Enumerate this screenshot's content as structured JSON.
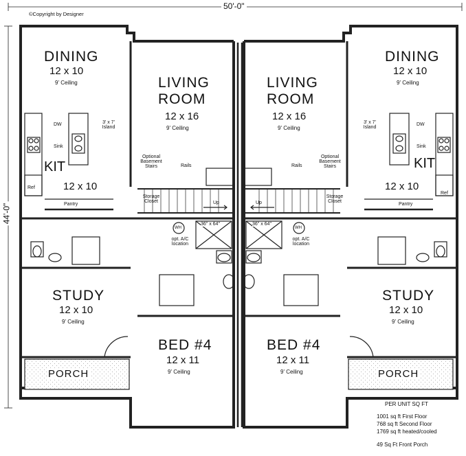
{
  "copyright": "©Copyright by Designer",
  "overall_width": "50'-0\"",
  "overall_depth": "44'-0\"",
  "rooms": {
    "dining_name": "DINING",
    "dining_dim": "12 x 10",
    "dining_ceiling": "9' Ceiling",
    "living_name_1": "LIVING",
    "living_name_2": "ROOM",
    "living_dim": "12 x 16",
    "living_ceiling": "9' Ceiling",
    "kit_name": "KIT",
    "kit_dim": "12 x 10",
    "study_name": "STUDY",
    "study_dim": "12 x 10",
    "study_ceiling": "9' Ceiling",
    "bed_name": "BED #4",
    "bed_dim": "12 x 11",
    "bed_ceiling": "9' Ceiling",
    "porch_name": "PORCH"
  },
  "notes": {
    "dw": "DW",
    "sink": "Sink",
    "island": "3' x 7' Island",
    "ref": "Ref",
    "pantry": "Pantry",
    "rails": "Rails",
    "optional_basement": "Optional Basement Stairs",
    "storage_closet": "Storage Closet",
    "up": "Up",
    "attic": "36\" x 64\"",
    "wh": "WH",
    "ac": "opt. A/C location"
  },
  "square_footage": {
    "header": "PER UNIT SQ FT",
    "first_floor": "1001 sq ft First Floor",
    "second_floor": "768 sq ft Second Floor",
    "heated": "1769 sq ft heated/cooled",
    "porch": "49 Sq Ft Front Porch"
  }
}
